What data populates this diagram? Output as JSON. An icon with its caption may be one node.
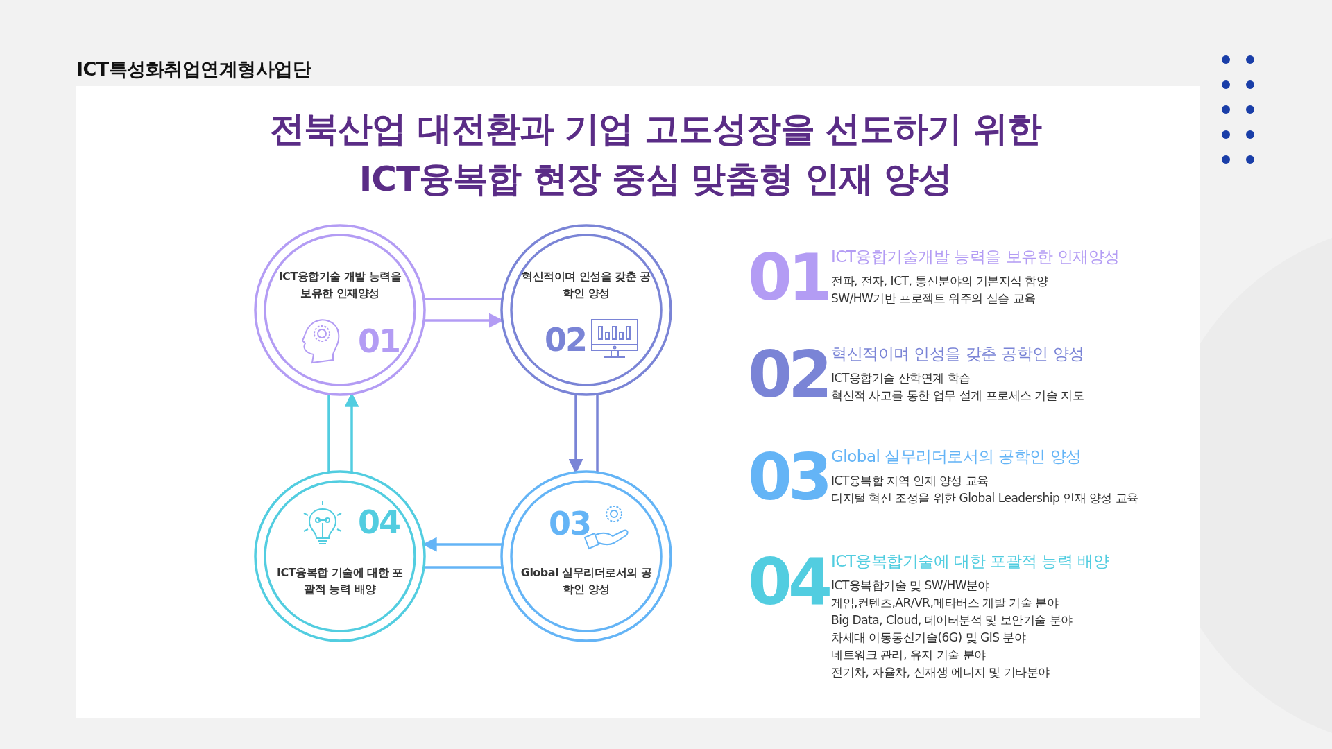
{
  "diagram": {
    "title": "전북산업 대전환과 기업 고도성장을 선도하기 위한 ICT융복합 현장 중심 맞춤형 인재 양성",
    "nodes": [
      {
        "text": [
          "ICT융합기술 개발 능력을 보유한 인재양성",
          "01"
        ]
      },
      {
        "text": [
          "혁신적이며 인성을 갖춘 공학인 양성",
          "02"
        ]
      },
      {
        "text": [
          "03",
          "Global 실무리더로서의 공학인 양성"
        ]
      },
      {
        "text": [
          "04",
          "ICT융복합 기술에 대한 포괄적 능력 배양"
        ]
      }
    ],
    "edges": [
      {
        "from": 0,
        "to": 1,
        "arrow": "to",
        "color": "#b39cf4"
      },
      {
        "from": 1,
        "to": 2,
        "arrow": "to",
        "color": "#7a84d6"
      },
      {
        "from": 2,
        "to": 3,
        "arrow": "to",
        "color": "#64b4f6"
      },
      {
        "from": 3,
        "to": 0,
        "arrow": "to",
        "color": "#52cde0"
      }
    ],
    "labels": [
      "ICT특성화취업연계형사업단",
      "01",
      "ICT융합기술개발 능력을 보유한 인재양성",
      "전파, 전자, ICT, 통신분야의 기본지식 함양",
      "SW/HW기반 프로젝트 위주의 실습 교육",
      "02",
      "혁신적이며 인성을 갖춘 공학인 양성",
      "ICT융합기술 산학연계 학습",
      "혁신적 사고를 통한 업무 설계 프로세스 기술 지도",
      "03",
      "Global 실무리더로서의 공학인 양성",
      "ICT융복합 지역 인재 양성 교육",
      "디지털 혁신 조성을 위한 Global  Leadership 인재 양성 교육",
      "04",
      "ICT융복합기술에 대한 포괄적 능력 배양",
      "ICT융복합기술 및 SW/HW분야",
      "게임,컨텐츠,AR/VR,메타버스 개발 기술 분야",
      "Big Data,  Cloud, 데이터분석 및 보안기술 분야",
      "차세대 이동통신기술(6G) 및 GIS 분야",
      "네트워크 관리, 유지 기술 분야",
      "전기차, 자율차, 신재생 에너지 및 기타분야"
    ]
  }
}
